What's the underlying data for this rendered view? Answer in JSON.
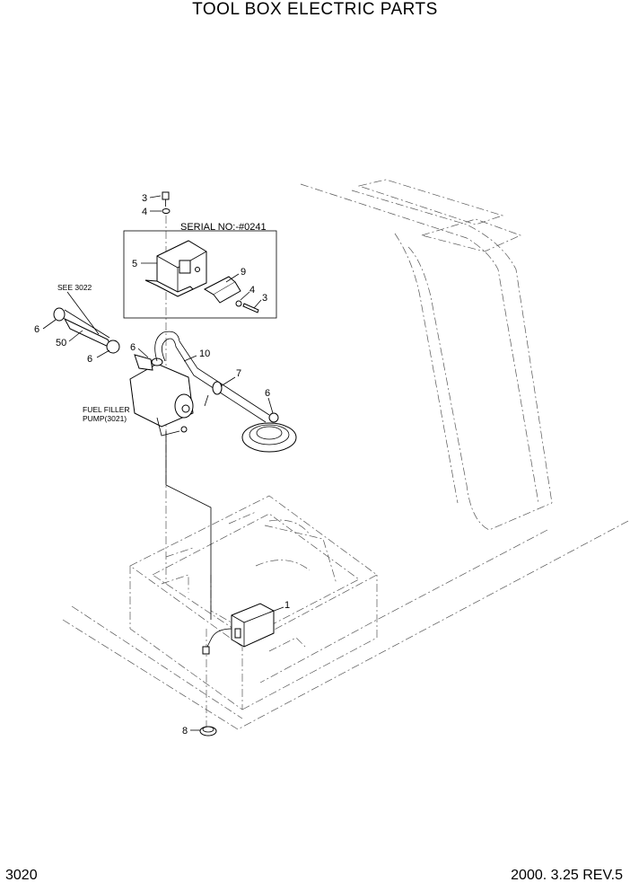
{
  "title": "TOOL BOX ELECTRIC PARTS",
  "serial_note": "SERIAL NO:-#0241",
  "references": {
    "see_3022": "SEE 3022",
    "fuel_filler_line1": "FUEL FILLER",
    "fuel_filler_line2": "PUMP(3021)"
  },
  "callouts": {
    "c3a": "3",
    "c4a": "4",
    "c5": "5",
    "c9": "9",
    "c4b": "4",
    "c3b": "3",
    "c6a": "6",
    "c50": "50",
    "c6b": "6",
    "c6c": "6",
    "c10": "10",
    "c7": "7",
    "c6d": "6",
    "c1": "1",
    "c8": "8"
  },
  "footer": {
    "page_number": "3020",
    "revision": "2000. 3.25 REV.5"
  }
}
